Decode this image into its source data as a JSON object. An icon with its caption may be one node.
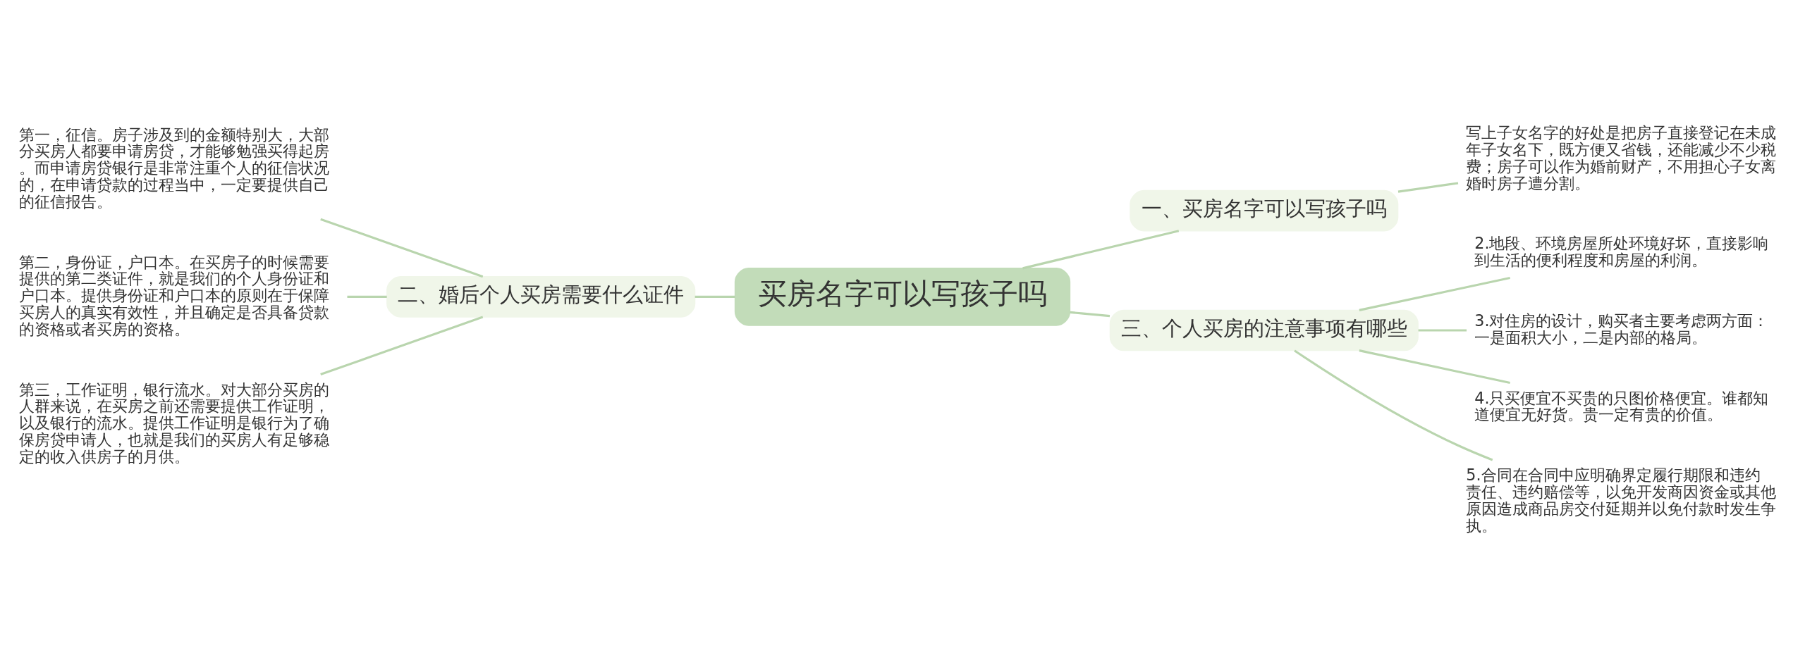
{
  "diagram": {
    "nodes": [
      {
        "text": [
          "买房名字可以写孩子吗"
        ]
      },
      {
        "text": [
          "一、买房名字可以写孩子吗"
        ]
      },
      {
        "text": [
          "写上子女名字的好处是把房子直接登记在未成年子女名下，既方便又省钱，还能减少不少税费；房子可以作为婚前财产，不用担心子女离婚时房子遭分割。"
        ]
      },
      {
        "text": [
          "二、婚后个人买房需要什么证件"
        ]
      },
      {
        "text": [
          "第一，征信。房子涉及到的金额特别大，大部分买房人都要申请房贷，才能够勉强买得起房。而申请房贷银行是非常注重个人的征信状况的，在申请贷款的过程当中，一定要提供自己的征信报告。"
        ]
      },
      {
        "text": [
          "第二，身份证，户口本。在买房子的时候需要提供的第二类证件，就是我们的个人身份证和户口本。提供身份证和户口本的原则在于保障买房人的真实有效性，并且确定是否具备贷款的资格或者买房的资格。"
        ]
      },
      {
        "text": [
          "第三，工作证明，银行流水。对大部分买房的人群来说，在买房之前还需要提供工作证明，以及银行的流水。提供工作证明是银行为了确保房贷申请人，也就是我们的买房人有足够稳定的收入供房子的月供。"
        ]
      },
      {
        "text": [
          "三、个人买房的注意事项有哪些"
        ]
      },
      {
        "text": [
          "2.地段、环境房屋所处环境好坏，直接影响到生活的便利程度和房屋的利润。"
        ]
      },
      {
        "text": [
          "3.对住房的设计，购买者主要考虑两方面：一是面积大小，二是内部的格局。"
        ]
      },
      {
        "text": [
          "4.只买便宜不买贵的只图价格便宜。谁都知道便宜无好货。贵一定有贵的价值。"
        ]
      },
      {
        "text": [
          "5.合同在合同中应明确界定履行期限和违约责任、违约赔偿等，以免开发商因资金或其他原因造成商品房交付延期并以免付款时发生争执。"
        ]
      }
    ],
    "edges": [
      {
        "from": 0,
        "to": 1,
        "arrow": "none"
      },
      {
        "from": 1,
        "to": 2,
        "arrow": "none"
      },
      {
        "from": 0,
        "to": 3,
        "arrow": "none"
      },
      {
        "from": 3,
        "to": 4,
        "arrow": "none"
      },
      {
        "from": 3,
        "to": 5,
        "arrow": "none"
      },
      {
        "from": 3,
        "to": 6,
        "arrow": "none"
      },
      {
        "from": 0,
        "to": 7,
        "arrow": "none"
      },
      {
        "from": 7,
        "to": 8,
        "arrow": "none"
      },
      {
        "from": 7,
        "to": 9,
        "arrow": "none"
      },
      {
        "from": 7,
        "to": 10,
        "arrow": "none"
      },
      {
        "from": 7,
        "to": 11,
        "arrow": "none"
      }
    ]
  }
}
